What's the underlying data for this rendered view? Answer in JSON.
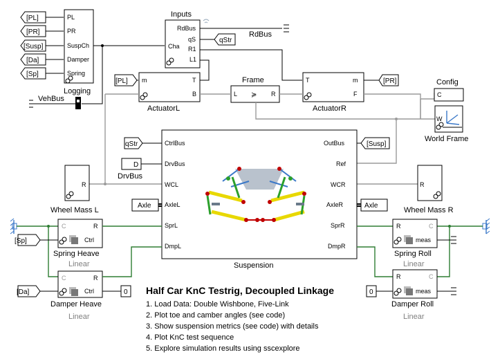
{
  "blocks": {
    "goto_pl": "[PL]",
    "goto_pr": "[PR]",
    "goto_susp": "[Susp]",
    "goto_da": "[Da]",
    "goto_sp": "[Sp]",
    "logging": {
      "name": "Logging",
      "ports": [
        "PL",
        "PR",
        "SuspCh",
        "Damper",
        "Spring"
      ]
    },
    "vehbus": "VehBus",
    "inputs": {
      "name": "Inputs",
      "in_port": "Cha",
      "out_ports": [
        "RdBus",
        "qS",
        "R1",
        "L1"
      ]
    },
    "rdbus": "RdBus",
    "qstr_tag": "qStr",
    "pl_from": "[PL]",
    "actuatorL": {
      "name": "ActuatorL",
      "ports": [
        "m",
        "T",
        "B"
      ]
    },
    "frame": {
      "name": "Frame",
      "ports": [
        "L",
        "R"
      ]
    },
    "actuatorR": {
      "name": "ActuatorR",
      "ports": [
        "T",
        "m",
        "F"
      ]
    },
    "pr_goto": "[PR]",
    "config": {
      "name": "Config",
      "port": "C"
    },
    "world_frame": {
      "name": "World Frame",
      "port": "W"
    },
    "qstr_from": "qStr",
    "d_const": "D",
    "drvbus": "DrvBus",
    "wheel_mass_l": {
      "name": "Wheel Mass L",
      "port": "R"
    },
    "wheel_mass_r": {
      "name": "Wheel Mass R",
      "port": "R"
    },
    "axle_l": "Axle",
    "axle_r": "Axle",
    "susp_goto": "[Susp]",
    "suspension": {
      "name": "Suspension",
      "left_ports": [
        "CtrlBus",
        "DrvBus",
        "WCL",
        "AxleL",
        "SprL",
        "DmpL"
      ],
      "right_ports": [
        "OutBus",
        "Ref",
        "WCR",
        "AxleR",
        "SprR",
        "DmpR"
      ]
    },
    "spring_heave": {
      "name": "Spring Heave",
      "sub": "Linear",
      "ports": [
        "C",
        "R",
        "Ctrl"
      ]
    },
    "damper_heave": {
      "name": "Damper Heave",
      "sub": "Linear",
      "ports": [
        "C",
        "R",
        "Ctrl"
      ]
    },
    "spring_roll": {
      "name": "Spring Roll",
      "sub": "Linear",
      "ports": [
        "R",
        "C",
        "meas"
      ]
    },
    "damper_roll": {
      "name": "Damper Roll",
      "sub": "Linear",
      "ports": [
        "R",
        "C",
        "meas"
      ]
    },
    "sp_goto": "[Sp]",
    "da_goto": "[Da]",
    "zero_l": "0",
    "zero_r": "0"
  },
  "notes": {
    "title": "Half Car KnC Testrig, Decoupled Linkage",
    "items": [
      "1. Load Data: Double Wishbone, Five-Link",
      "2. Plot toe and camber angles (see code)",
      "3. Show suspension metrics  (see code) with details",
      "4. Plot KnC test sequence",
      "5. Explore simulation results using sscexplore"
    ]
  },
  "colors": {
    "physical_line": "#9a9a9a",
    "spring_line": "#2e7d32",
    "signal_line": "#000000",
    "link_yellow": "#e8d800",
    "link_red": "#c00000",
    "link_green": "#2ca02c",
    "link_blue": "#3a78c8"
  }
}
